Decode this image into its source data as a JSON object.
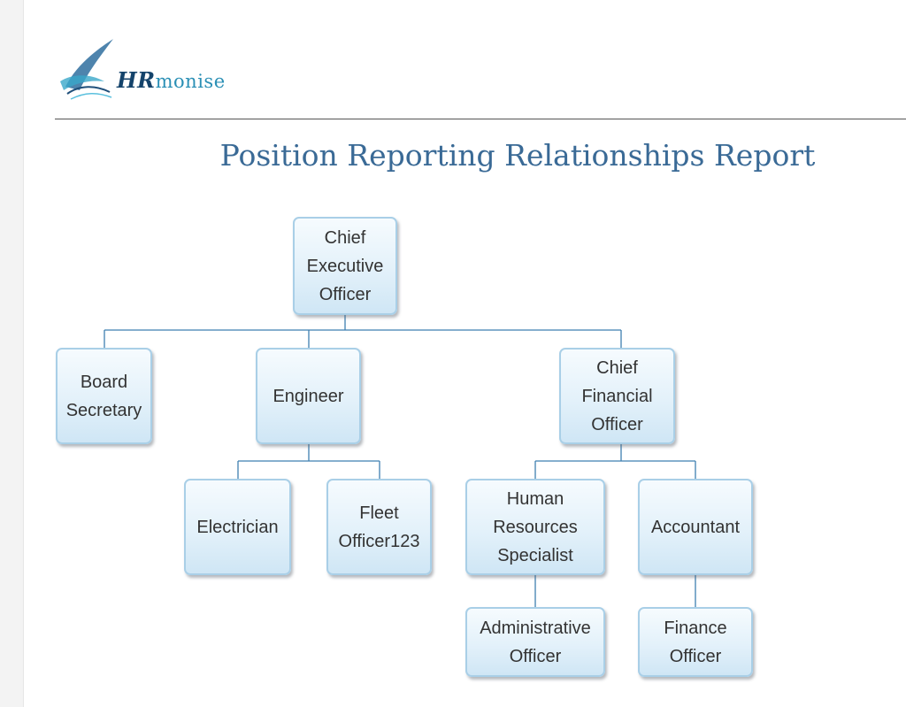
{
  "brand": {
    "logo_hr": "HR",
    "logo_rest": "monise"
  },
  "report": {
    "title": "Position Reporting Relationships Report"
  },
  "org_chart": {
    "ceo": "Chief Executive Officer",
    "board_secretary": "Board Secretary",
    "engineer": "Engineer",
    "cfo": "Chief Financial Officer",
    "electrician": "Electrician",
    "fleet_officer": "Fleet Officer123",
    "hr_specialist": "Human Resources Specialist",
    "accountant": "Accountant",
    "administrative_officer": "Administrative Officer",
    "finance_officer": "Finance Officer"
  },
  "colors": {
    "node_border": "#a9cfe7",
    "connector": "#3f7fb0",
    "title": "#3a6a96"
  }
}
